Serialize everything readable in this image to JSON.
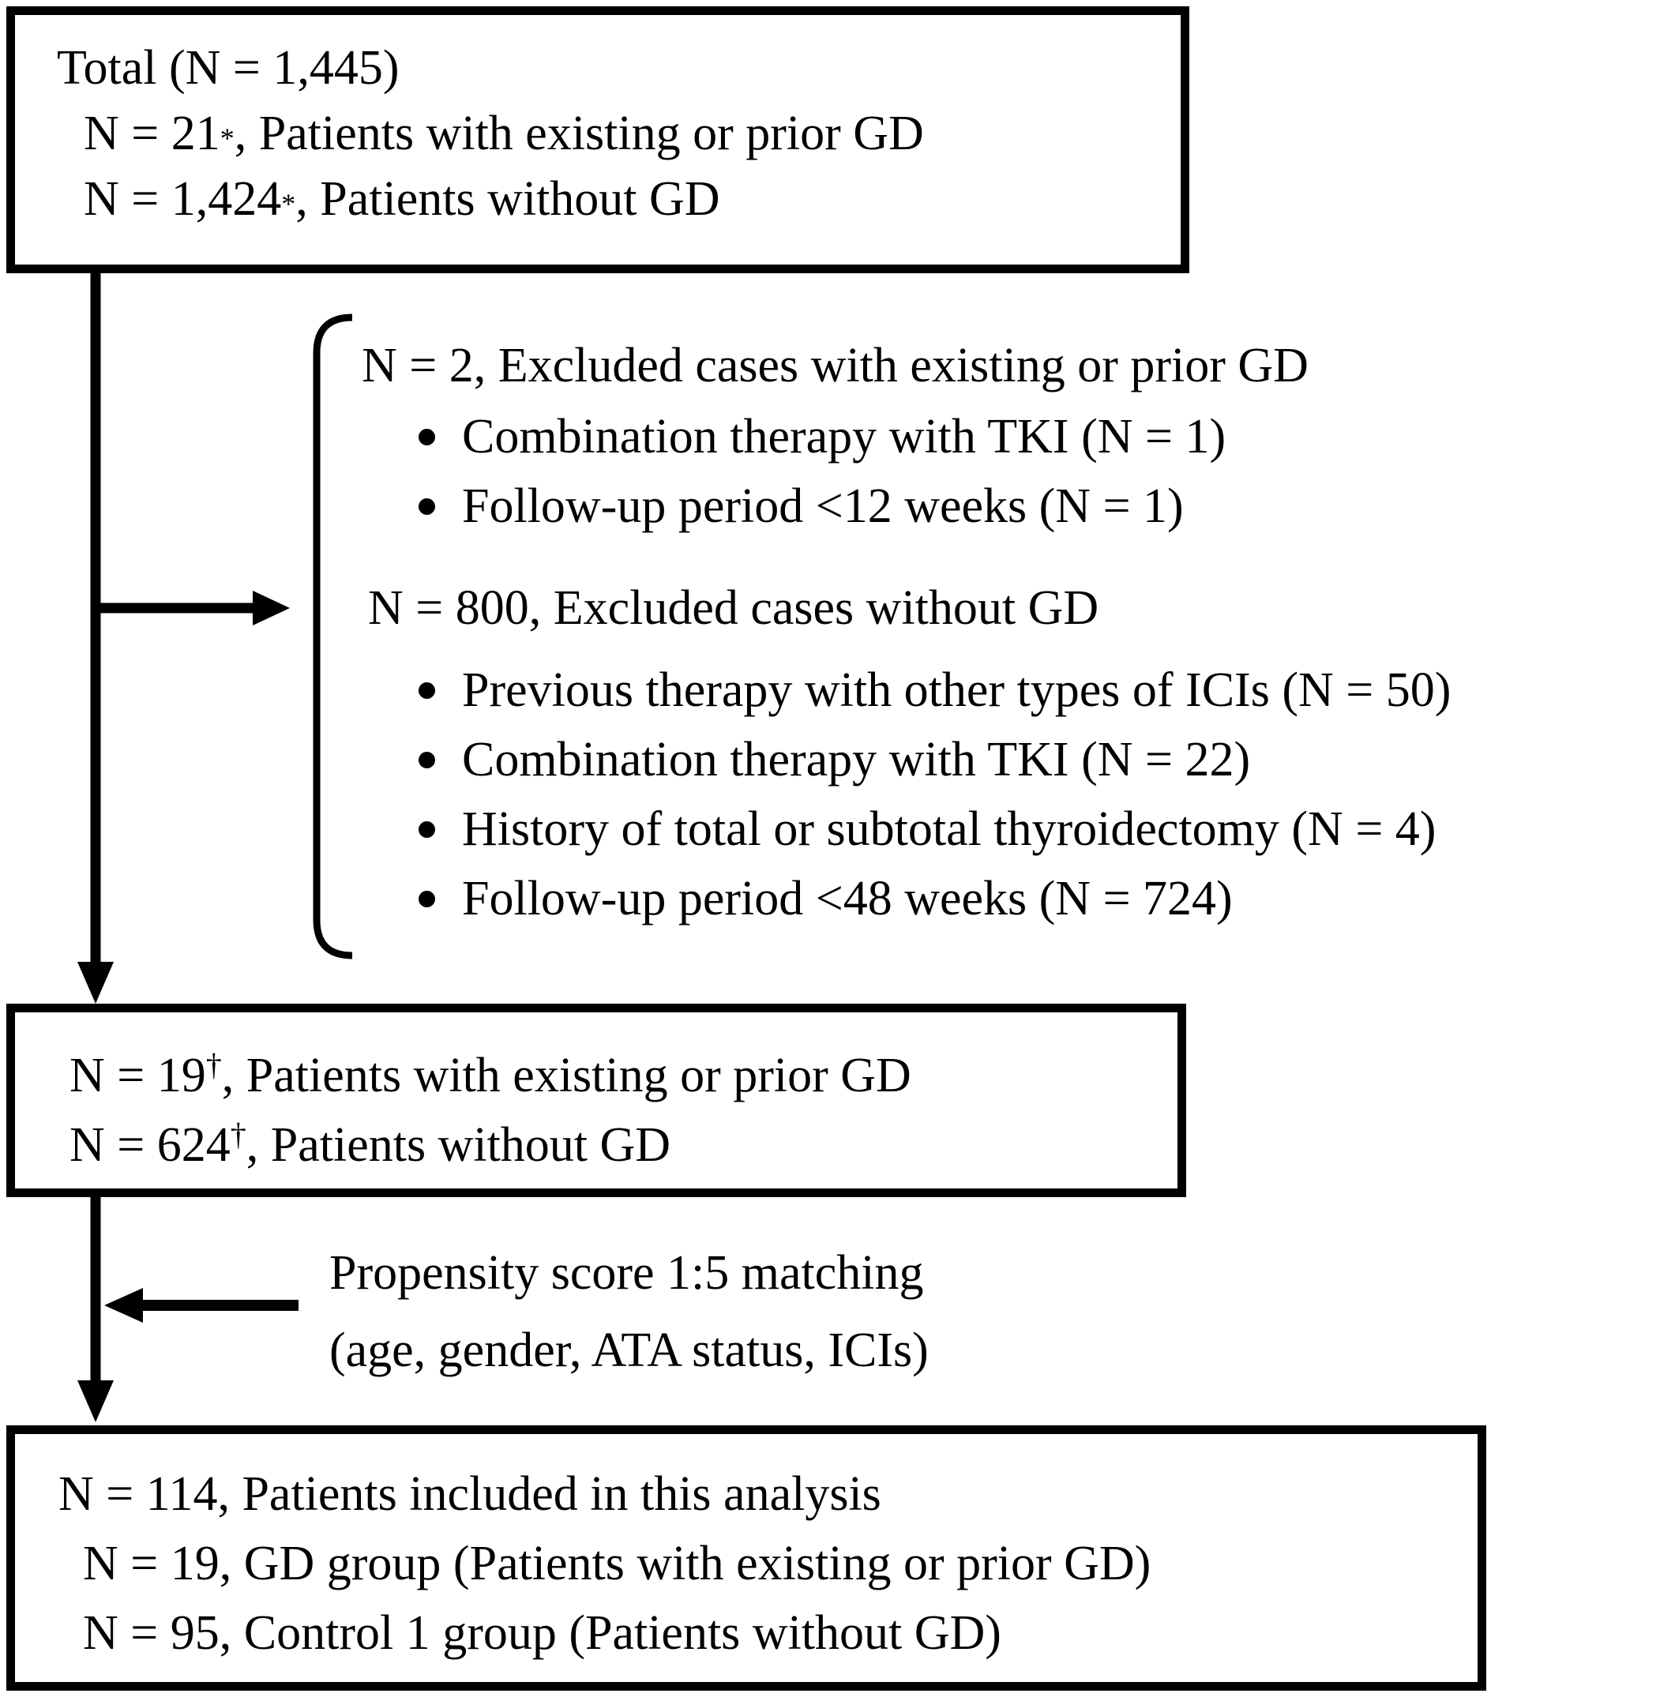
{
  "figure": {
    "type": "patient-flow-diagram",
    "ink_color": "#000000",
    "background_color": "#ffffff"
  },
  "top_box": {
    "title": "Total (N = 1,445)",
    "with_gd": {
      "prefix": "N = 21",
      "marker": "*",
      "suffix": ", Patients with existing or prior GD"
    },
    "without_gd": {
      "prefix": "N = 1,424",
      "marker": "*",
      "suffix": ", Patients without GD"
    }
  },
  "exclusions": {
    "group_gd": {
      "header": "N = 2, Excluded cases with existing or prior GD",
      "items": [
        "Combination therapy with TKI (N = 1)",
        "Follow-up period <12 weeks (N = 1)"
      ]
    },
    "group_no_gd": {
      "header": "N = 800, Excluded cases without GD",
      "items": [
        "Previous therapy with other types of ICIs (N = 50)",
        "Combination therapy with TKI (N = 22)",
        "History of total or subtotal thyroidectomy (N = 4)",
        "Follow-up period <48 weeks  (N = 724)"
      ]
    }
  },
  "middle_box": {
    "with_gd": {
      "prefix": "N = 19",
      "marker": "†",
      "suffix": ", Patients with existing or prior GD"
    },
    "without_gd": {
      "prefix": "N = 624",
      "marker": "†",
      "suffix": ", Patients without GD"
    }
  },
  "matching": {
    "line1": "Propensity score 1:5 matching",
    "line2": "(age, gender, ATA status, ICIs)"
  },
  "bottom_box": {
    "title": "N = 114, Patients included in this analysis",
    "gd_group": "N = 19, GD group (Patients with existing or prior GD)",
    "control_group": "N = 95, Control 1 group (Patients without GD)"
  }
}
